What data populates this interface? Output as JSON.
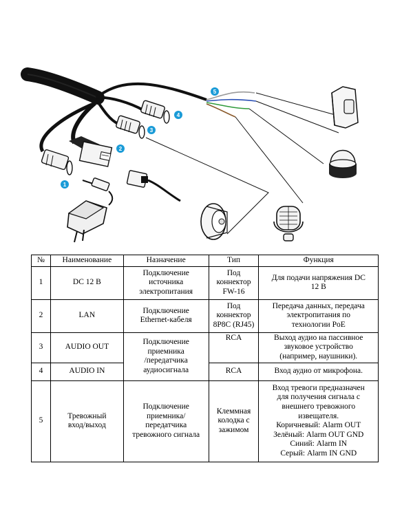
{
  "diagram": {
    "badges": [
      "1",
      "2",
      "3",
      "4",
      "5"
    ],
    "badge_color": "#1a9bd7"
  },
  "table": {
    "headers": [
      "№",
      "Наименование",
      "Назначение",
      "Тип",
      "Функция"
    ],
    "rows": [
      {
        "num": "1",
        "name": "DC 12 В",
        "purpose": "Подключение\nисточника\nэлектропитания",
        "type": "Под\nконнектор\nFW-16",
        "function": "Для подачи напряжения DC\n12 В"
      },
      {
        "num": "2",
        "name": "LAN",
        "purpose": "Подключение\nEthernet-кабеля",
        "type": "Под\nконнектор\n8P8C (RJ45)",
        "function": "Передача данных, передача\nэлектропитания по\nтехнологии PoE"
      },
      {
        "num": "3",
        "name": "AUDIO OUT",
        "purpose": "Подключение\nприемника\n/передатчика\nаудиосигнала",
        "type": "RCA",
        "function": "Выход аудио на пассивное\nзвуковое устройство\n(например, наушники)."
      },
      {
        "num": "4",
        "name": "AUDIO IN",
        "type": "RCA",
        "function": "Вход аудио от микрофона."
      },
      {
        "num": "5",
        "name": "Тревожный\nвход/выход",
        "purpose": "Подключение\nприемника/\nпередатчика\nтревожного сигнала",
        "type": "Клеммная\nколодка с\nзажимом",
        "function": "Вход тревоги предназначен\nдля получения сигнала с\nвнешнего тревожного\nизвещателя.\nКоричневый: Alarm OUT\nЗелёный: Alarm OUT GND\nСиний: Alarm IN\nСерый: Alarm IN GND"
      }
    ]
  }
}
